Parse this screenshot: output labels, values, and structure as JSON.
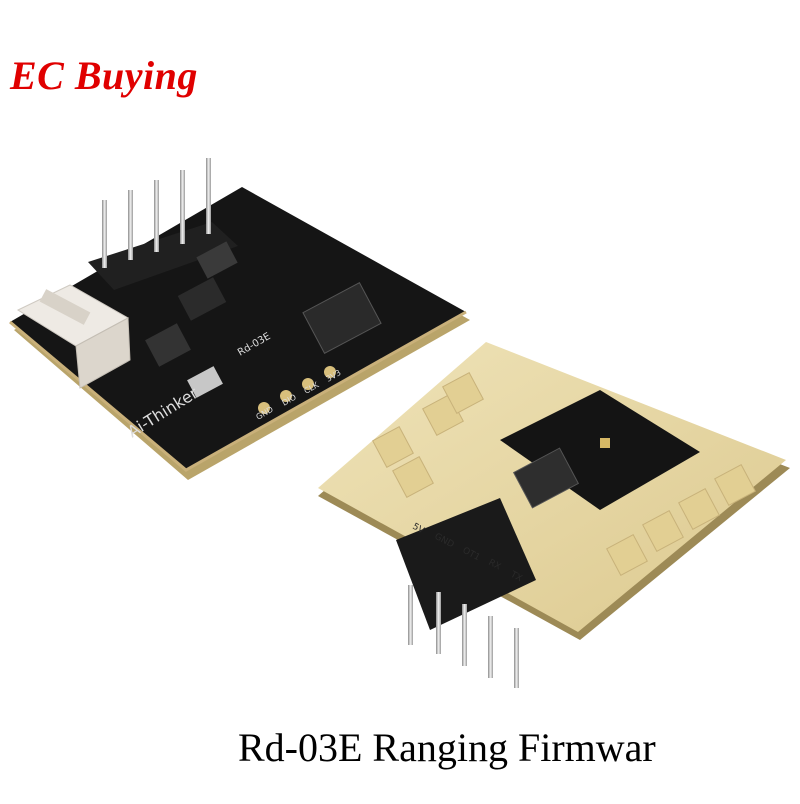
{
  "brand": {
    "label": "EC Buying",
    "color": "#e00000"
  },
  "product": {
    "caption": "Rd-03E Ranging Firmwar",
    "board_front": {
      "silkscreen_brand": "Ai-Thinker",
      "model_mark": "Rd-03E",
      "pin_labels": [
        "GND",
        "DIO",
        "CLK",
        "3V3"
      ]
    },
    "board_back": {
      "pin_labels": [
        "5V",
        "GND",
        "OT1",
        "RX",
        "TX"
      ]
    }
  }
}
